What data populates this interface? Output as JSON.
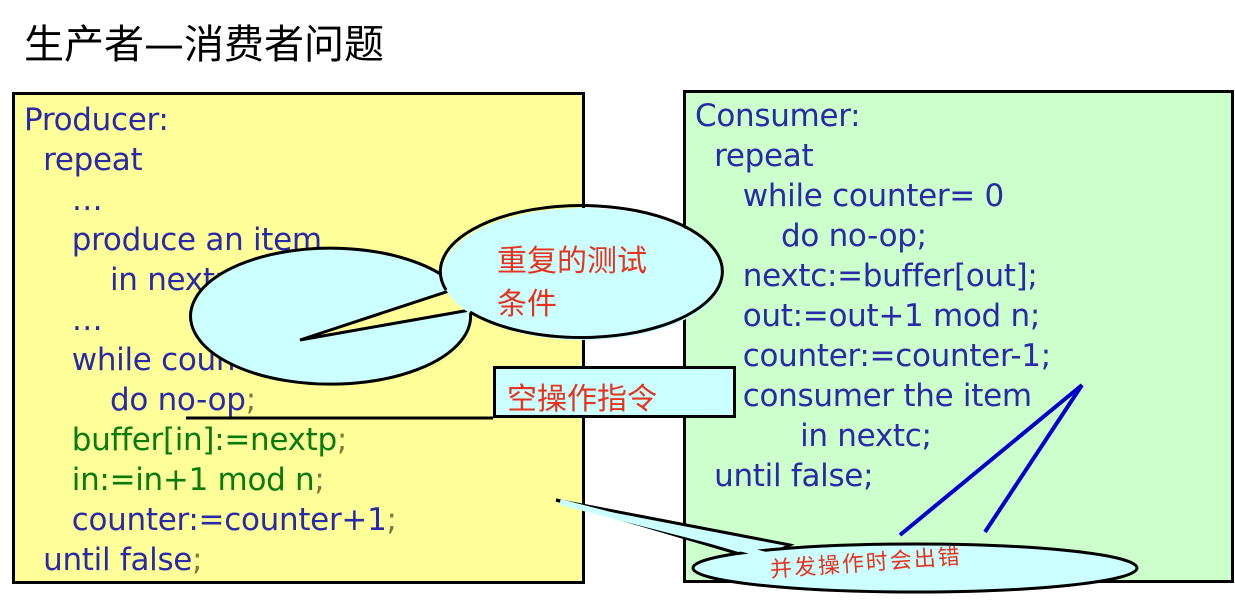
{
  "title": "生产者—消费者问题",
  "producer": {
    "lines": [
      {
        "text": "Producer:",
        "color": "blue",
        "semi": false
      },
      {
        "text": "  repeat",
        "color": "blue",
        "semi": false
      },
      {
        "text": "     …",
        "color": "blue",
        "semi": false
      },
      {
        "text": "     produce an item",
        "color": "blue",
        "semi": false
      },
      {
        "text": "         in nextp",
        "color": "blue",
        "semi": true
      },
      {
        "text": "     …",
        "color": "blue",
        "semi": false
      },
      {
        "text": "     while counter= n",
        "color": "blue",
        "semi": false
      },
      {
        "text": "         do no-op",
        "color": "blue",
        "semi": true
      },
      {
        "text": "     buffer[in]:=nextp",
        "color": "green",
        "semi": true
      },
      {
        "text": "     in:=in+1 mod n",
        "color": "green",
        "semi": true
      },
      {
        "text": "     counter:=counter+1",
        "color": "blue",
        "semi": true
      },
      {
        "text": "  until false",
        "color": "blue",
        "semi": true
      }
    ]
  },
  "consumer": {
    "lines": [
      {
        "text": "Consumer:",
        "color": "blue"
      },
      {
        "text": "  repeat",
        "color": "blue"
      },
      {
        "text": "     while counter= 0",
        "color": "blue"
      },
      {
        "text": "         do no-op;",
        "color": "blue"
      },
      {
        "text": "     nextc:=buffer[out];",
        "color": "blue"
      },
      {
        "text": "     out:=out+1 mod n;",
        "color": "blue"
      },
      {
        "text": "     counter:=counter-1;",
        "color": "blue"
      },
      {
        "text": "     consumer the item",
        "color": "blue"
      },
      {
        "text": "           in nextc;",
        "color": "blue"
      },
      {
        "text": "  until false;",
        "color": "blue"
      }
    ]
  },
  "callouts": {
    "repeat_test": "重复的测试条件",
    "noop": "空操作指令",
    "concurrent_error": "并发操作时会出错"
  },
  "colors": {
    "producer_bg": "#ffff99",
    "consumer_bg": "#ccffcc",
    "bubble_bg": "#ccffff",
    "code_blue": "#2a2aa8",
    "code_green": "#0a7a0a",
    "callout_red": "#e8321e"
  }
}
